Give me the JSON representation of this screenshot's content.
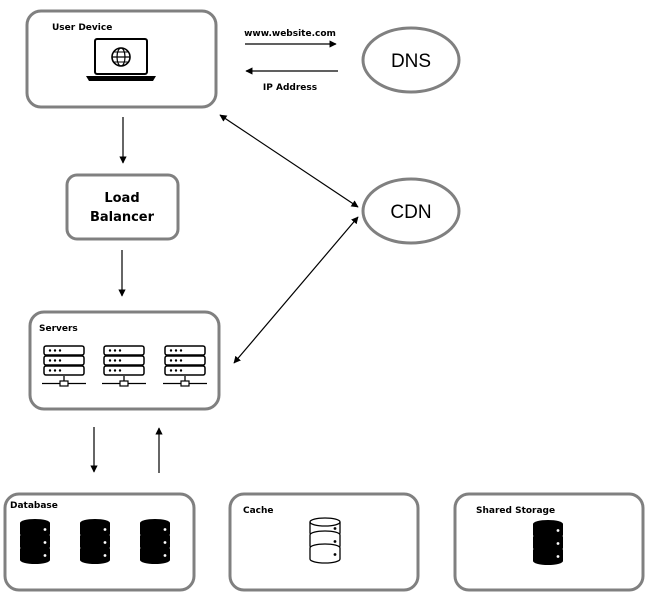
{
  "nodes": {
    "user_device": {
      "label": "User Device"
    },
    "dns": {
      "label": "DNS"
    },
    "cdn": {
      "label": "CDN"
    },
    "load_balancer": {
      "label_line1": "Load",
      "label_line2": "Balancer"
    },
    "servers": {
      "label": "Servers"
    },
    "database": {
      "label": "Database"
    },
    "cache": {
      "label": "Cache"
    },
    "shared_storage": {
      "label": "Shared Storage"
    }
  },
  "edges": {
    "request_label": "www.website.com",
    "response_label": "IP Address"
  },
  "icons": {
    "user_device": "laptop-globe-icon",
    "server": "server-rack-icon",
    "database": "database-stack-icon",
    "cache": "cache-cylinder-icon",
    "shared_storage": "storage-stack-icon"
  },
  "colors": {
    "box_border": "#808080",
    "stroke": "#000000",
    "dark_fill": "#000000",
    "light_fill": "#ffffff"
  }
}
